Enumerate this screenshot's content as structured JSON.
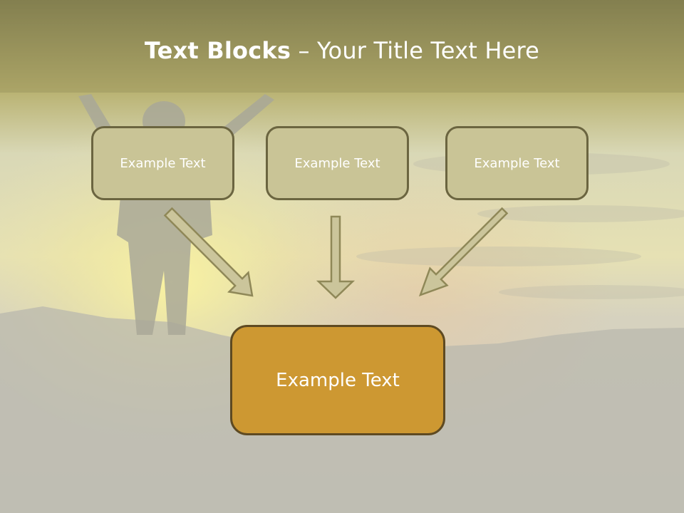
{
  "title": {
    "bold": "Text Blocks",
    "rest": " – Your Title Text Here"
  },
  "blocks": {
    "top": [
      "Example Text",
      "Example Text",
      "Example Text"
    ],
    "bottom": "Example Text"
  },
  "colors": {
    "banner": "#8f8a55",
    "small_box_fill": "#c9c496",
    "small_box_border": "#6b6540",
    "big_box_fill": "#cd9832",
    "big_box_border": "#5e4a22",
    "arrow_fill": "#cbc59b",
    "arrow_stroke": "#8f8858"
  }
}
